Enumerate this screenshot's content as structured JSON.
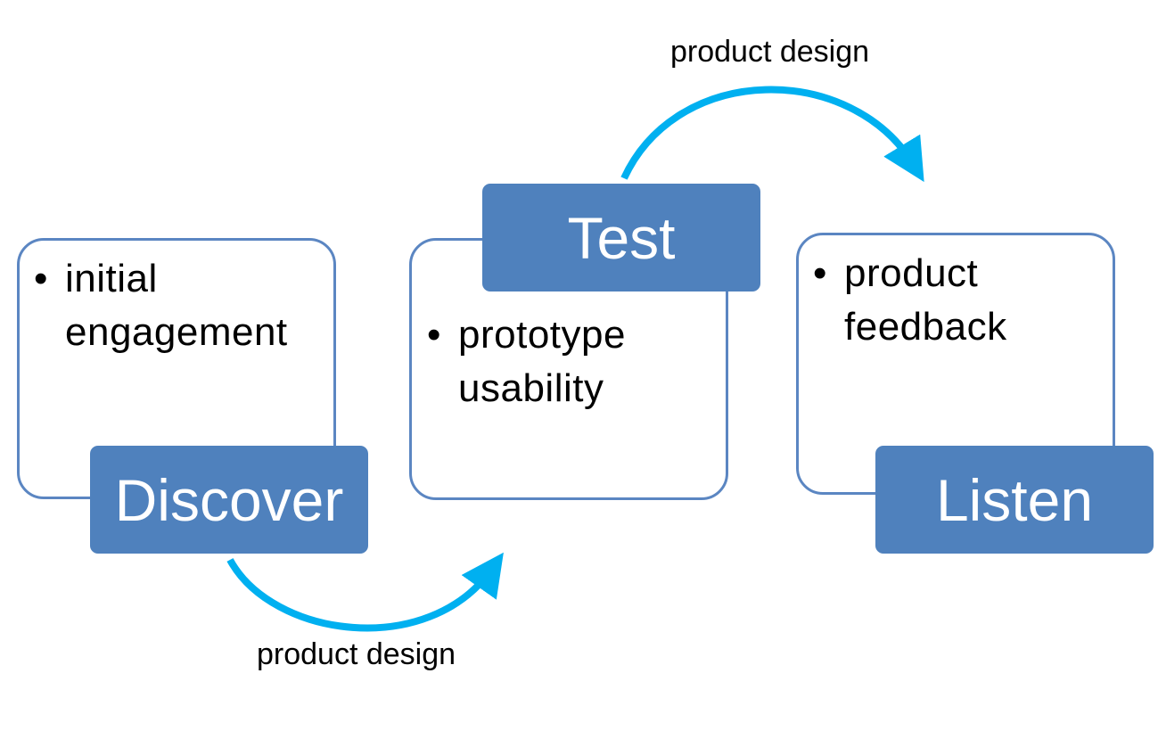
{
  "colors": {
    "card_border": "#5b86c2",
    "label_fill": "#4f81bd",
    "label_text": "#ffffff",
    "arrow": "#00b0f0"
  },
  "steps": [
    {
      "label": "Discover",
      "bullet": "•",
      "lines": [
        "initial",
        "engagement"
      ]
    },
    {
      "label": "Test",
      "bullet": "•",
      "lines": [
        "prototype",
        "usability"
      ]
    },
    {
      "label": "Listen",
      "bullet": "•",
      "lines": [
        "product",
        "feedback"
      ]
    }
  ],
  "connectors": [
    {
      "label": "product design"
    },
    {
      "label": "product design"
    }
  ]
}
